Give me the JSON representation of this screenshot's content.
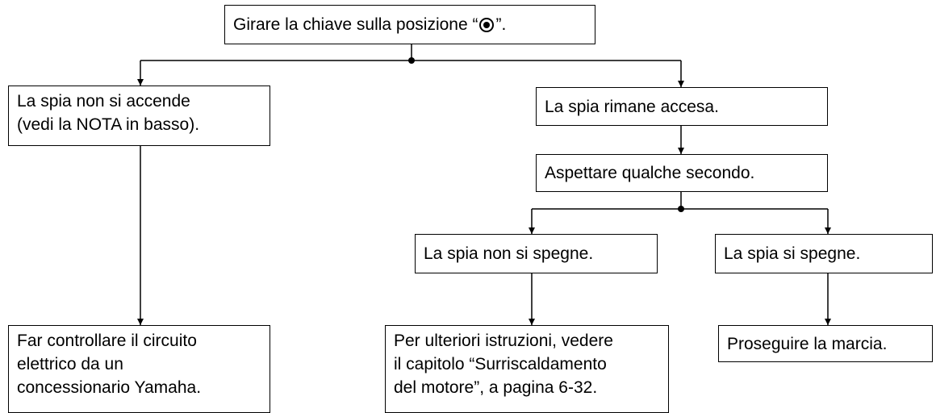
{
  "nodes": {
    "start": {
      "text_before": "Girare la chiave sulla posizione “",
      "symbol": "ignition-on-symbol",
      "text_after": " ”."
    },
    "not_on": {
      "lines": [
        "La spia non si accende",
        "(vedi la NOTA in basso)."
      ]
    },
    "stays_on": {
      "text": "La spia rimane accesa."
    },
    "wait": {
      "text": "Aspettare qualche secondo."
    },
    "not_off": {
      "text": "La spia non si spegne."
    },
    "goes_off": {
      "text": "La spia si spegne."
    },
    "check_circuit": {
      "lines": [
        "Far controllare il circuito",
        "elettrico da un",
        "concessionario Yamaha."
      ]
    },
    "overheat": {
      "lines": [
        "Per ulteriori istruzioni, vedere",
        "il capitolo “Surriscaldamento",
        "del motore”, a pagina 6-32."
      ]
    },
    "continue": {
      "text": "Proseguire la marcia."
    }
  }
}
